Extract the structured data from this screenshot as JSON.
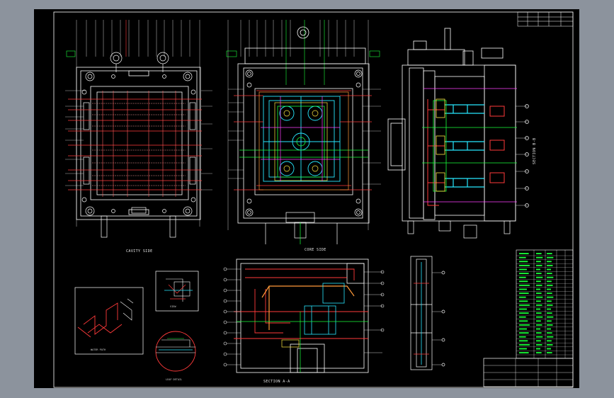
{
  "drawing": {
    "colors": {
      "background": "#8c939d",
      "sheet": "#000000",
      "line_white": "#ffffff",
      "line_red": "#ff3a3a",
      "line_cyan": "#27e8ff",
      "line_green": "#19ff3a",
      "line_yellow": "#ffe940",
      "line_magenta": "#ff40ff",
      "line_orange": "#ff9a3a"
    },
    "views": {
      "cavity_side": "CAVITY SIDE",
      "core_side": "CORE SIDE",
      "section_a_a": "SECTION A-A",
      "section_b_b": "SECTION B-B",
      "water_path": "WATER PATH",
      "detail_view": "VIEW",
      "detail_circle": "LEAF DETAIL"
    }
  }
}
